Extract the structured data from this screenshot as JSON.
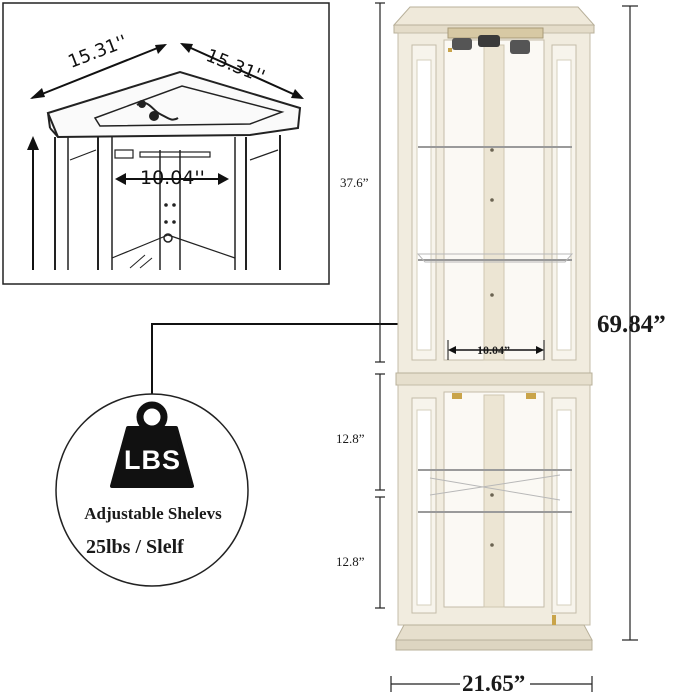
{
  "sketch": {
    "width_left": "15.31''",
    "width_right": "15.31''",
    "inner_width": "10.04''"
  },
  "cabinet": {
    "shelf_width": "10.04”",
    "upper_height": "37.6”",
    "lower_height_1": "12.8”",
    "lower_height_2": "12.8”",
    "total_height": "69.84”",
    "total_width": "21.65”",
    "finish_color": "#f1ecdf"
  },
  "badge": {
    "weight_icon_text": "LBS",
    "line1": "Adjustable Shelevs",
    "line2": "25lbs / Slelf"
  }
}
